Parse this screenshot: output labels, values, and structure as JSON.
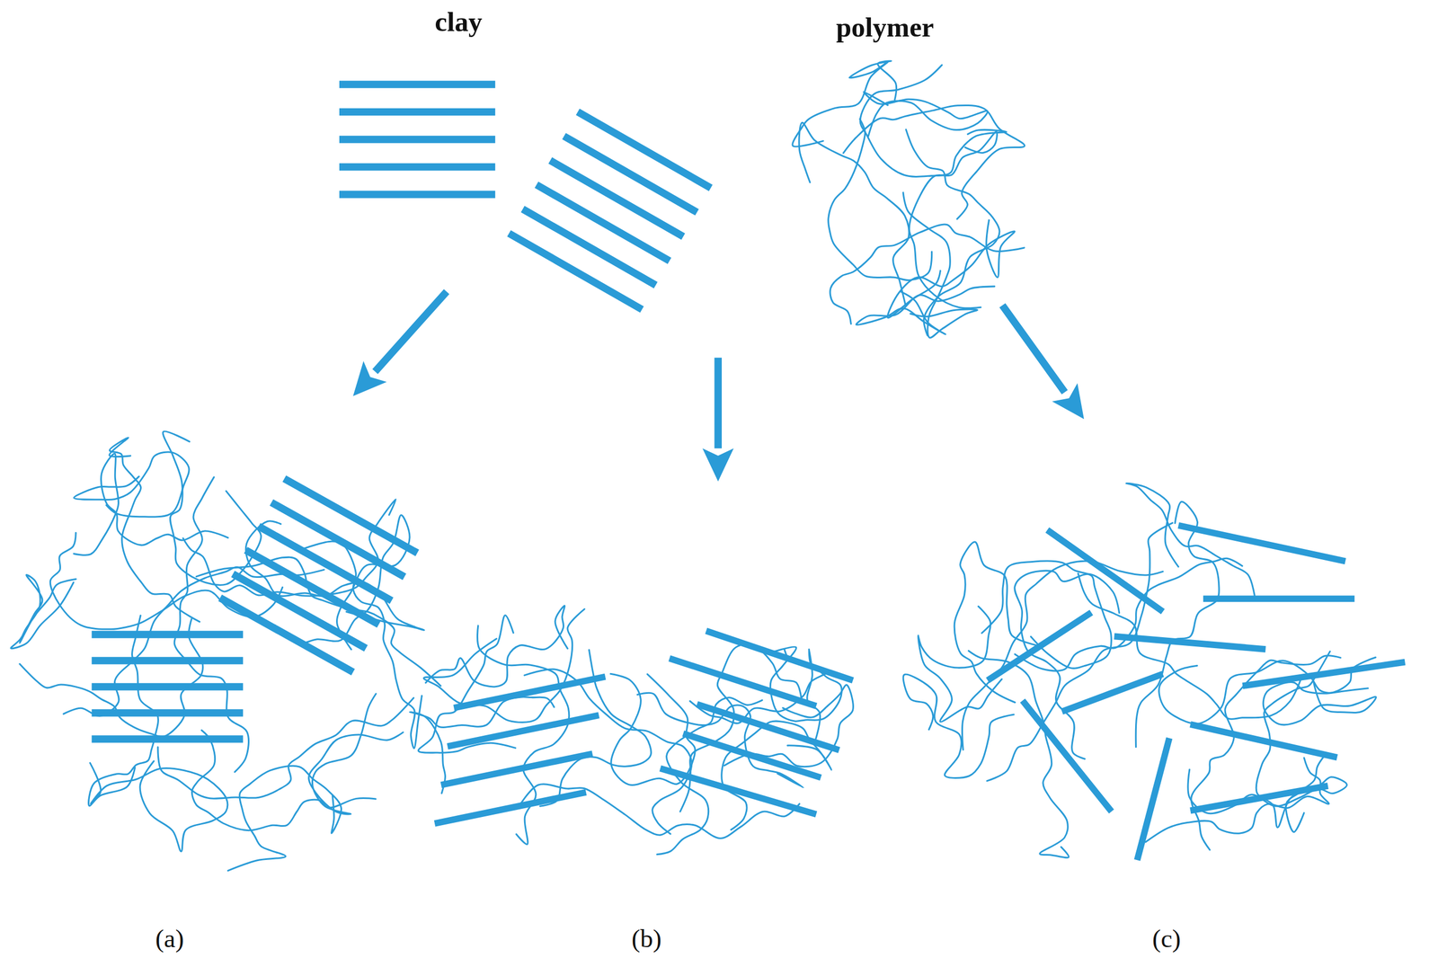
{
  "diagram": {
    "labels": [
      "clay",
      "polymer",
      "(a)",
      "(b)",
      "(c)"
    ]
  }
}
